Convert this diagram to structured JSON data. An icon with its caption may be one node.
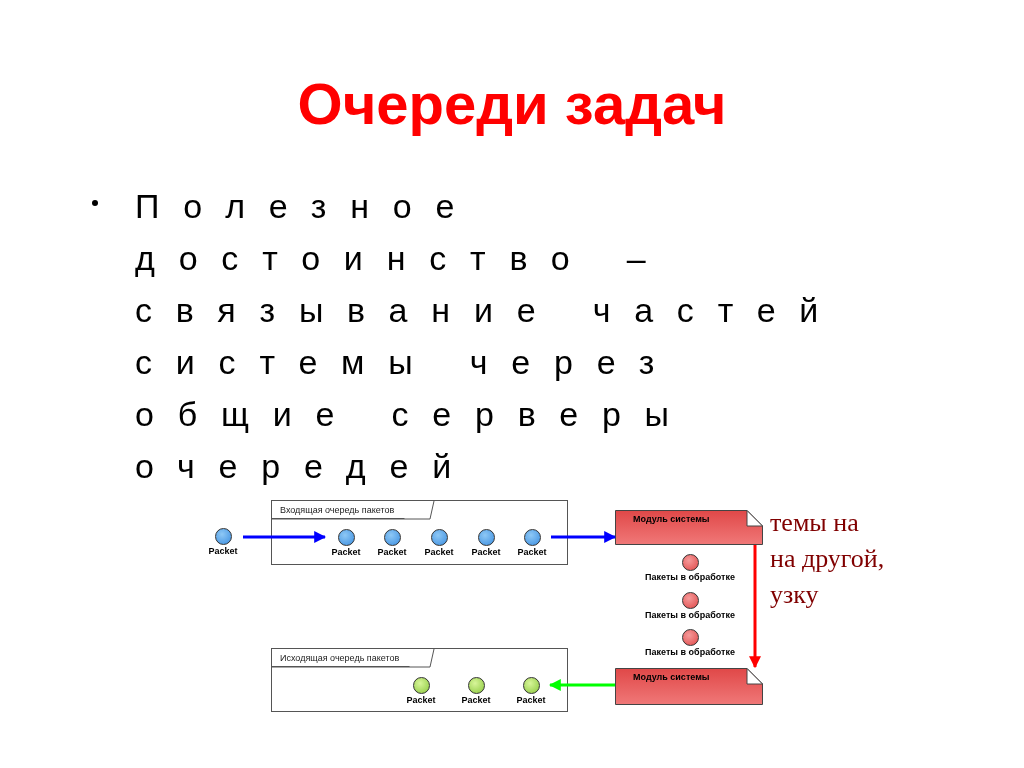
{
  "diagram": {
    "title": "Очереди задач",
    "nodes": [
      {
        "text": [
          "Входящая очередь пакетов"
        ]
      },
      {
        "text": [
          "Packet"
        ]
      },
      {
        "text": [
          "Packet"
        ],
        "in": 0
      },
      {
        "text": [
          "Packet"
        ],
        "in": 0
      },
      {
        "text": [
          "Packet"
        ],
        "in": 0
      },
      {
        "text": [
          "Packet"
        ],
        "in": 0
      },
      {
        "text": [
          "Packet"
        ],
        "in": 0
      },
      {
        "text": [
          "Модуль системы"
        ]
      },
      {
        "text": [
          "Пакеты в обработке"
        ]
      },
      {
        "text": [
          "Пакеты в обработке"
        ]
      },
      {
        "text": [
          "Пакеты в обработке"
        ]
      },
      {
        "text": [
          "Модуль системы"
        ]
      },
      {
        "text": [
          "Исходящая очередь пакетов"
        ]
      },
      {
        "text": [
          "Packet"
        ],
        "in": 12
      },
      {
        "text": [
          "Packet"
        ],
        "in": 12
      },
      {
        "text": [
          "Packet"
        ],
        "in": 12
      }
    ],
    "edges": [
      {
        "from": 1,
        "to": 2,
        "arrow": "to"
      },
      {
        "from": 6,
        "to": 7,
        "arrow": "to"
      },
      {
        "from": 7,
        "to": 11,
        "arrow": "to",
        "color": "#ff0000"
      },
      {
        "from": 11,
        "to": 15,
        "arrow": "to",
        "color": "#00ff00"
      }
    ],
    "labels": [
      "Полезное достоинство – связывание частей системы через общие серверы очередей",
      "темы на",
      "на другой,",
      "узку"
    ]
  }
}
